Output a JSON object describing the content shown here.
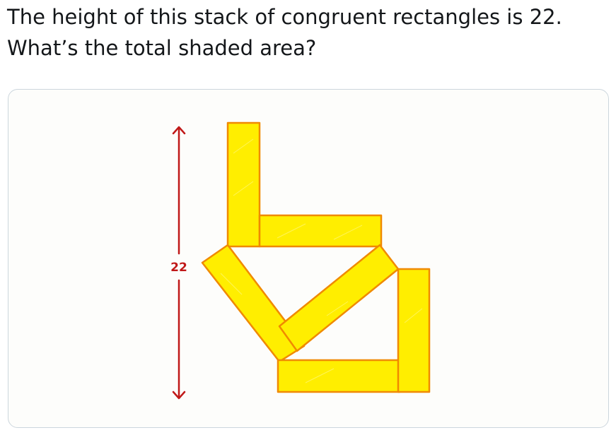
{
  "question": {
    "line1": "The height of this stack of congruent rectangles is 22.",
    "line2": "What’s the total shaded area?"
  },
  "figure": {
    "dimension_label": "22",
    "fill_color": "#ffee00",
    "stroke_color": "#f08a00",
    "arrow_color": "#c01818",
    "rectangle_count": 6
  }
}
